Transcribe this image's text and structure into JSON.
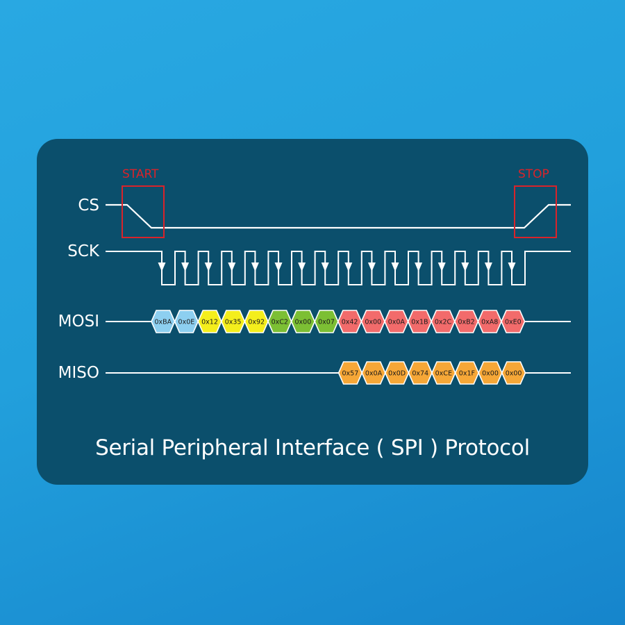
{
  "background": {
    "gradient_from": "#29a8e2",
    "gradient_to": "#1685cc"
  },
  "card": {
    "color": "#0b4f6c"
  },
  "markers": {
    "start": {
      "label": "START",
      "color": "#d9232a"
    },
    "stop": {
      "label": "STOP",
      "color": "#d9232a"
    }
  },
  "signals": {
    "cs": {
      "label": "CS"
    },
    "sck": {
      "label": "SCK",
      "clock_pulses": 16
    },
    "mosi": {
      "label": "MOSI",
      "bytes": [
        {
          "value": "0xBA",
          "color": "#8dcff0"
        },
        {
          "value": "0x0E",
          "color": "#8dcff0"
        },
        {
          "value": "0x12",
          "color": "#f4ee1c"
        },
        {
          "value": "0x35",
          "color": "#f4ee1c"
        },
        {
          "value": "0x92",
          "color": "#f4ee1c"
        },
        {
          "value": "0xC2",
          "color": "#7cbf34"
        },
        {
          "value": "0x00",
          "color": "#7cbf34"
        },
        {
          "value": "0x07",
          "color": "#7cbf34"
        },
        {
          "value": "0x42",
          "color": "#f26b6b"
        },
        {
          "value": "0x00",
          "color": "#f26b6b"
        },
        {
          "value": "0x0A",
          "color": "#f26b6b"
        },
        {
          "value": "0x1B",
          "color": "#f26b6b"
        },
        {
          "value": "0x2C",
          "color": "#f26b6b"
        },
        {
          "value": "0xB2",
          "color": "#f26b6b"
        },
        {
          "value": "0xA8",
          "color": "#f26b6b"
        },
        {
          "value": "0xE0",
          "color": "#f26b6b"
        }
      ]
    },
    "miso": {
      "label": "MISO",
      "bytes": [
        {
          "value": "0x57",
          "color": "#f6a737"
        },
        {
          "value": "0x0A",
          "color": "#f6a737"
        },
        {
          "value": "0x0D",
          "color": "#f6a737"
        },
        {
          "value": "0x74",
          "color": "#f6a737"
        },
        {
          "value": "0xCE",
          "color": "#f6a737"
        },
        {
          "value": "0x1F",
          "color": "#f6a737"
        },
        {
          "value": "0x00",
          "color": "#f6a737"
        },
        {
          "value": "0x00",
          "color": "#f6a737"
        }
      ]
    }
  },
  "title": "Serial Peripheral Interface ( SPI ) Protocol"
}
